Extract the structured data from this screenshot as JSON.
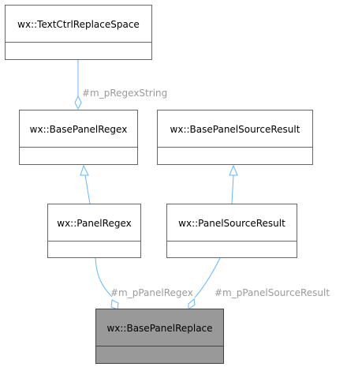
{
  "classes": {
    "text_ctrl_replace_space": "wx::TextCtrlReplaceSpace",
    "base_panel_regex": "wx::BasePanelRegex",
    "base_panel_source_result": "wx::BasePanelSourceResult",
    "panel_regex": "wx::PanelRegex",
    "panel_source_result": "wx::PanelSourceResult",
    "base_panel_replace": "wx::BasePanelReplace"
  },
  "edge_labels": {
    "regex_string": "#m_pRegexString",
    "panel_regex": "#m_pPanelRegex",
    "panel_source_result": "#m_pPanelSourceResult"
  },
  "colors": {
    "edge": "#63b8ff",
    "box_border": "#666666",
    "highlight_fill": "#999999",
    "label_text": "#9a9a9a"
  }
}
